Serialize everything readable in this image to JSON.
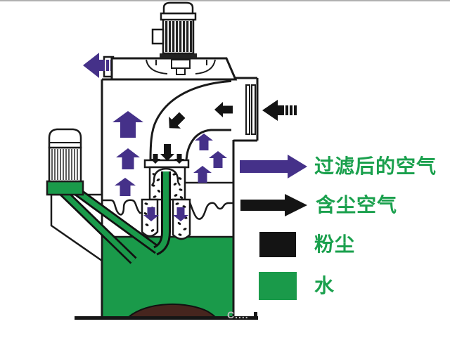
{
  "legend": {
    "items": [
      {
        "label": "过滤后的空气",
        "swatch": "arrow",
        "color": "#453189"
      },
      {
        "label": "含尘空气",
        "swatch": "arrow",
        "color": "#141414"
      },
      {
        "label": "粉尘",
        "swatch": "square",
        "color": "#141414"
      },
      {
        "label": "水",
        "swatch": "square",
        "color": "#1a9a4a"
      }
    ],
    "label_color": "#1aa04d"
  },
  "watermark": "C....",
  "colors": {
    "filtered_air_arrow": "#453189",
    "dusty_air_arrow": "#141414",
    "water_green": "#1a9a4a",
    "sludge_brown": "#46251e",
    "outline": "#1a1a1a"
  }
}
